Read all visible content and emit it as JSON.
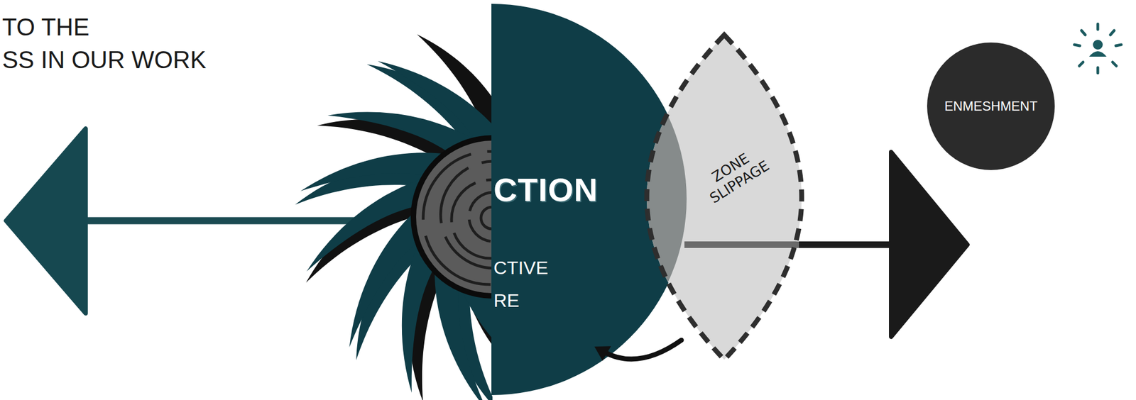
{
  "diagram": {
    "nodes": [
      {
        "text": [
          "CTION",
          "CTIVE RE"
        ]
      },
      {
        "text": [
          "ZONE SLIPPAGE"
        ]
      },
      {
        "text": [
          "ENMESHMENT"
        ]
      }
    ],
    "edges": [
      {
        "from": 1,
        "to": 0,
        "arrow": "to"
      }
    ],
    "labels": [
      "TO THE",
      "SS IN OUR WORK"
    ]
  }
}
